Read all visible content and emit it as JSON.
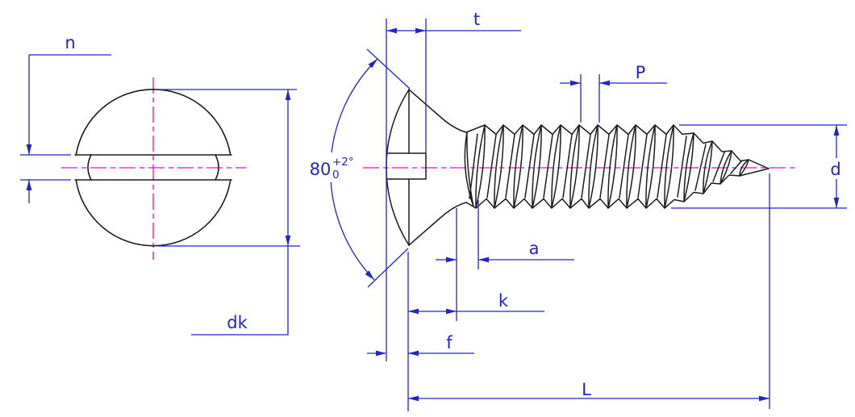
{
  "drawing": {
    "description": "Technical dimension drawing of a slotted raised countersunk (oval) head self-tapping screw, front view and side view",
    "views": {
      "front_view": "screw head front view with slot",
      "side_view": "screw side view with threads and point"
    },
    "dimension_labels": {
      "n": "n",
      "t": "t",
      "P": "P",
      "d": "d",
      "dk": "dk",
      "a": "a",
      "k": "k",
      "f": "f",
      "L": "L"
    },
    "angle_dimension": {
      "value": "80",
      "tolerance_upper": "+2°",
      "tolerance_lower": "0"
    },
    "colors": {
      "dimension_lines": "#2323cc",
      "center_lines": "#ff00cc",
      "object_lines": "#1c1c1c",
      "background": "#ffffff"
    }
  }
}
